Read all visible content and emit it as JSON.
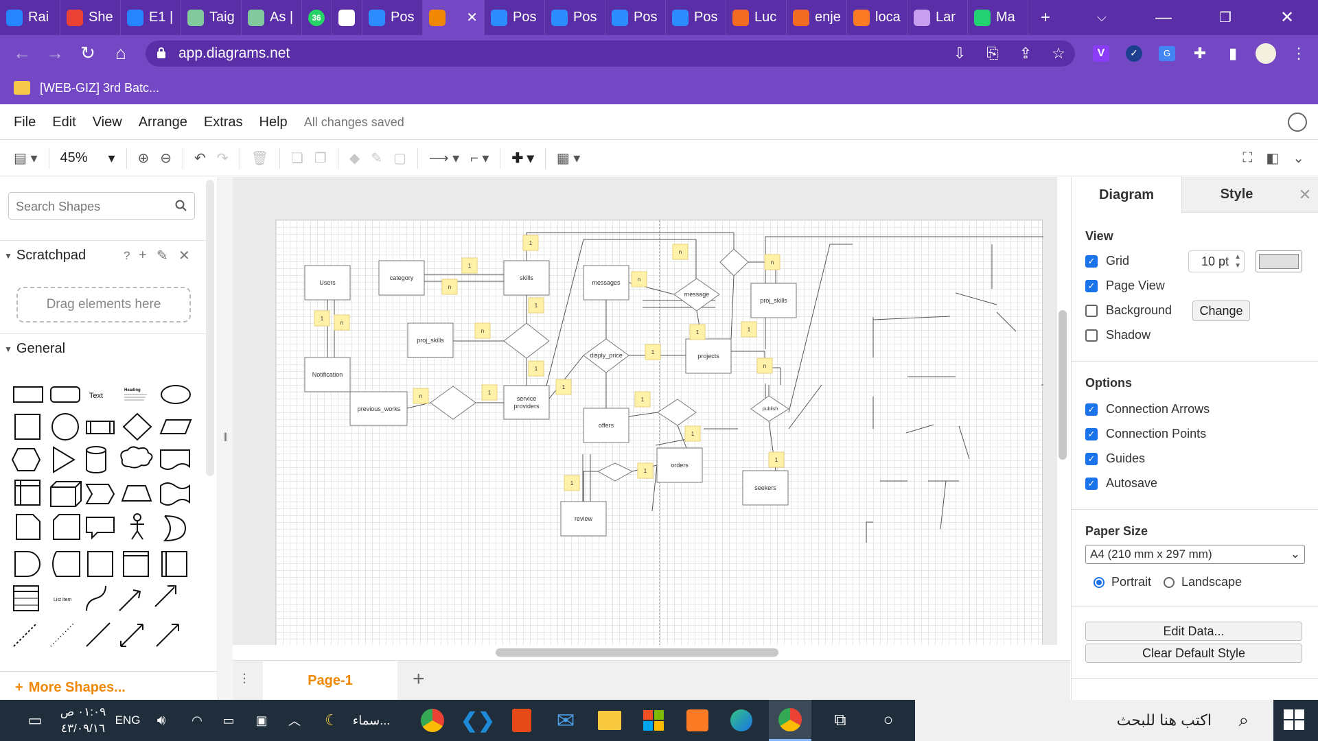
{
  "browser": {
    "tabs": [
      {
        "label": "Rai",
        "icon": "jira-icon",
        "color": "#2684ff"
      },
      {
        "label": "She",
        "icon": "gmail-icon",
        "color": "#ea4335"
      },
      {
        "label": "E1 |",
        "icon": "jira-icon",
        "color": "#2684ff"
      },
      {
        "label": "Taig",
        "icon": "taiga-icon",
        "color": "#83c99e"
      },
      {
        "label": "As |",
        "icon": "taiga-icon",
        "color": "#83c99e"
      },
      {
        "label": "",
        "icon": "whatsapp-icon",
        "color": "#25d366",
        "badge": "36"
      },
      {
        "label": "",
        "icon": "speaker-icon",
        "color": "#ffffff"
      },
      {
        "label": "Pos",
        "icon": "zoom-icon",
        "color": "#2d8cff"
      },
      {
        "label": "",
        "icon": "drawio-icon",
        "color": "#f08705",
        "active": true
      },
      {
        "label": "Pos",
        "icon": "zoom-icon",
        "color": "#2d8cff"
      },
      {
        "label": "Pos",
        "icon": "zoom-icon",
        "color": "#2d8cff"
      },
      {
        "label": "Pos",
        "icon": "zoom-icon",
        "color": "#2d8cff"
      },
      {
        "label": "Pos",
        "icon": "zoom-icon",
        "color": "#2d8cff"
      },
      {
        "label": "Luc",
        "icon": "lucid-icon",
        "color": "#f26b22"
      },
      {
        "label": "enje",
        "icon": "lucid-icon",
        "color": "#f26b22"
      },
      {
        "label": "loca",
        "icon": "xampp-icon",
        "color": "#fb7a24"
      },
      {
        "label": "Lar",
        "icon": "laravel-icon",
        "color": "#c89ff0"
      },
      {
        "label": "Ma",
        "icon": "mailtrap-icon",
        "color": "#22d172"
      }
    ],
    "url": "app.diagrams.net",
    "bookmark": "[WEB-GIZ] 3rd Batc..."
  },
  "menu": {
    "items": [
      "File",
      "Edit",
      "View",
      "Arrange",
      "Extras",
      "Help"
    ],
    "status": "All changes saved"
  },
  "toolbar": {
    "zoom": "45%"
  },
  "left_panel": {
    "search_placeholder": "Search Shapes",
    "scratchpad_title": "Scratchpad",
    "scratchpad_help": "?",
    "drag_hint": "Drag elements here",
    "general_title": "General",
    "shape_text": "Text",
    "shape_heading": "Heading",
    "shape_list_item": "List Item",
    "more_shapes": "More Shapes..."
  },
  "canvas": {
    "page_tab": "Page-1"
  },
  "diagram": {
    "entities": {
      "users": "Users",
      "category": "category",
      "skills": "skills",
      "messages": "messages",
      "proj_skills_right": "proj_skills",
      "notification": "Notification",
      "proj_skills_left": "proj_skills",
      "projects": "projects",
      "previous_works": "previous_works",
      "service_providers_1": "service",
      "service_providers_2": "providers",
      "offers": "offers",
      "orders": "orders",
      "seekers": "seekers",
      "review": "review"
    },
    "relations": {
      "message": "message",
      "disply_price": "disply_price",
      "publish": "publish"
    },
    "one": "1",
    "many": "n"
  },
  "right_panel": {
    "tab_diagram": "Diagram",
    "tab_style": "Style",
    "view_title": "View",
    "grid": "Grid",
    "grid_size": "10 pt",
    "page_view": "Page View",
    "background": "Background",
    "change": "Change",
    "shadow": "Shadow",
    "options_title": "Options",
    "connection_arrows": "Connection Arrows",
    "connection_points": "Connection Points",
    "guides": "Guides",
    "autosave": "Autosave",
    "paper_size_title": "Paper Size",
    "paper_size": "A4 (210 mm x 297 mm)",
    "portrait": "Portrait",
    "landscape": "Landscape",
    "edit_data": "Edit Data...",
    "clear_default_style": "Clear Default Style",
    "accent": "#1a73e8"
  },
  "taskbar": {
    "time": "٠١:٠٩ ص",
    "date": "٤٣/٠٩/١٦",
    "lang": "ENG",
    "weather": "سماء...",
    "search": "اكتب هنا للبحث"
  }
}
